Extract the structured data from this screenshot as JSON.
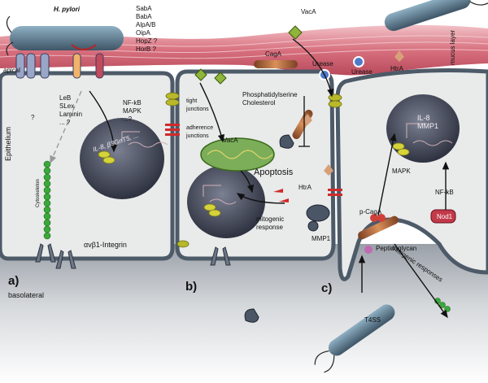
{
  "labels": {
    "h_pylori": "H. pylori",
    "adhesins": [
      "SabA",
      "BabA",
      "AlpA/B",
      "OipA",
      "HopZ ?",
      "HorB ?"
    ],
    "vacA_top": "VacA",
    "mucus_layer": "mucus layer",
    "apical": "apical",
    "urease_1": "Urease",
    "urease_2": "Urease",
    "htrA_top": "HtrA",
    "cagA": "CagA",
    "phospholipids": [
      "Phosphatidylserine",
      "Cholesterol"
    ],
    "receptors": [
      "LeB",
      "SLex",
      "Laminin",
      "... ?"
    ],
    "question": "?",
    "signalling_a": [
      "NF-kB",
      "MAPK",
      "...?"
    ],
    "tight_junctions": [
      "tight",
      "junctions"
    ],
    "adherence_junctions": [
      "adherence",
      "junctions"
    ],
    "vacA_mid": "VacA",
    "apoptosis": "Apoptosis",
    "htrA_mid": "HtrA",
    "mitogenic_response": [
      "mitogenic",
      "response"
    ],
    "mmp1_mid": "MMP1",
    "epithelium": "Epithelium",
    "cytoskeleton": "Cytoskeleton",
    "integrin": "αvβ1-Integrin",
    "nucleus_genes": "IL-8, β3GnT5,  ...",
    "il8_mmp1": [
      "IL-8",
      "MMP1"
    ],
    "mapk_c": "MAPK",
    "nfkb_c": "NF-kB",
    "nod1": "Nod1",
    "p_cagA": "p-CagA",
    "peptidoglycan": "Peptidoglycan",
    "mitogenic_responses": "mitogenic responses",
    "t4ss": "T4SS",
    "basolateral": "basolateral",
    "panel_a": "a)",
    "panel_b": "b)",
    "panel_c": "c)"
  },
  "colors": {
    "mucus": "#d8707e",
    "cytoplasm": "#e9eaea",
    "membrane": "#4d5a68",
    "nucleus": "#3c4150",
    "bacterium": "#5e7a8e",
    "cytoskeleton": "#3aa83a",
    "adhesion_junction": "#d12a2a",
    "tight_junction": "#b8b82a",
    "vacA": "#8fb53a",
    "cagA": "#b06a3e"
  }
}
